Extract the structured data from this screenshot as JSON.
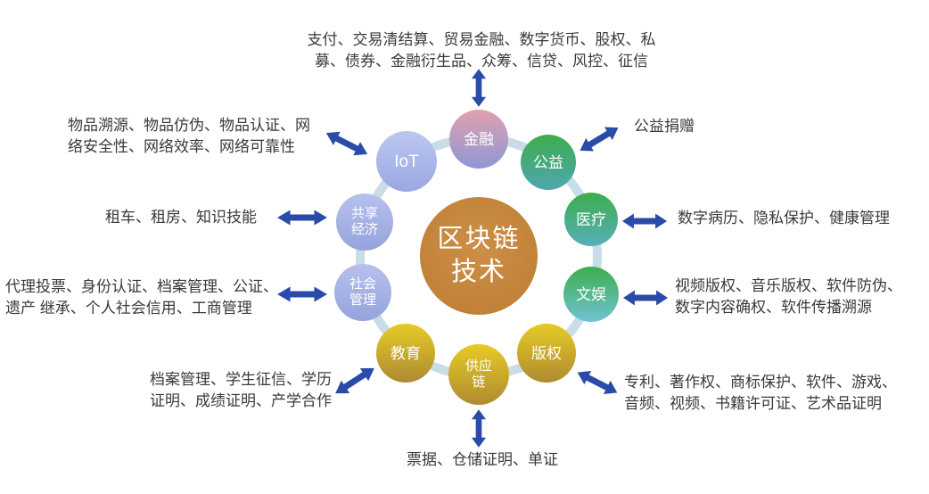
{
  "diagram": {
    "center": {
      "label_lines": [
        "区块链",
        "技术"
      ],
      "color": "#c5823c"
    },
    "nodes": [
      {
        "id": "finance",
        "label_lines": [
          "金融"
        ],
        "annotation_lines": [
          "支付、交易清结算、贸易金融、数字货币、股权、私",
          "募、债券、金融衍生品、众筹、信贷、风控、征信"
        ],
        "color_top": "#dfa0ad",
        "color_bottom": "#8e98d6"
      },
      {
        "id": "charity",
        "label_lines": [
          "公益"
        ],
        "annotation_lines": [
          "公益捐赠"
        ],
        "color_top": "#3cad4c",
        "color_bottom": "#4fa6b0"
      },
      {
        "id": "medical",
        "label_lines": [
          "医疗"
        ],
        "annotation_lines": [
          "数字病历、隐私保护、健康管理"
        ],
        "color_top": "#3cad4c",
        "color_bottom": "#57afb9"
      },
      {
        "id": "entertainment",
        "label_lines": [
          "文娱"
        ],
        "annotation_lines": [
          "视频版权、音乐版权、软件防伪、",
          "数字内容确权、软件传播溯源"
        ],
        "color_top": "#3ead4e",
        "color_bottom": "#6fc3d2"
      },
      {
        "id": "copyright",
        "label_lines": [
          "版权"
        ],
        "annotation_lines": [
          "专利、著作权、商标保护、软件、游戏、",
          "音频、视频、书籍许可证、艺术品证明"
        ],
        "color_top": "#e6cb25",
        "color_bottom": "#af8b31"
      },
      {
        "id": "supply-chain",
        "label_lines": [
          "供应",
          "链"
        ],
        "annotation_lines": [
          "票据、仓储证明、单证"
        ],
        "color_top": "#e6cb25",
        "color_bottom": "#af8b31"
      },
      {
        "id": "education",
        "label_lines": [
          "教育"
        ],
        "annotation_lines": [
          "档案管理、学生征信、学历",
          "证明、成绩证明、产学合作"
        ],
        "color_top": "#e6cb25",
        "color_bottom": "#ad8a33"
      },
      {
        "id": "social-management",
        "label_lines": [
          "社会",
          "管理"
        ],
        "annotation_lines": [
          "代理投票、身份认证、档案管理、公证、",
          "遗产 继承、个人社会信用、工商管理"
        ],
        "color_top": "#b6c1ec",
        "color_bottom": "#96a3dd"
      },
      {
        "id": "sharing-economy",
        "label_lines": [
          "共享",
          "经济"
        ],
        "annotation_lines": [
          "租车、租房、知识技能"
        ],
        "color_top": "#b6c1ec",
        "color_bottom": "#96a3dd"
      },
      {
        "id": "iot",
        "label_lines": [
          "IoT"
        ],
        "annotation_lines": [
          "物品溯源、物品仿伪、物品认证、网",
          "络安全性、网络效率、网络可靠性"
        ],
        "color_top": "#bcc7f0",
        "color_bottom": "#9aa8e2"
      }
    ],
    "colors": {
      "arrow": "#2b4ba8",
      "ring": "#c9dde7",
      "annotation_text": "#3a3a3a",
      "background": "#ffffff"
    }
  }
}
